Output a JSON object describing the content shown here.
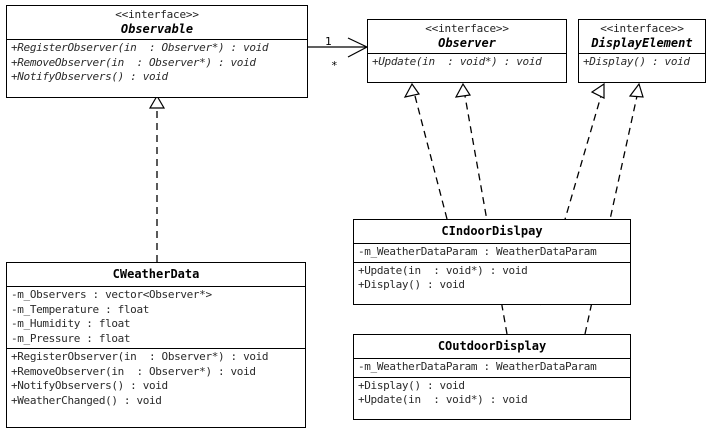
{
  "diagram": {
    "title": "Observer Pattern Weather Station UML Class Diagram",
    "type": "uml-class-diagram",
    "line_color": "#000000",
    "background": "#ffffff"
  },
  "classes": {
    "observable": {
      "stereotype": "<<interface>>",
      "name": "Observable",
      "abstract": true,
      "attributes": [],
      "operations": [
        "+RegisterObserver(in  : Observer*) : void",
        "+RemoveObserver(in  : Observer*) : void",
        "+NotifyObservers() : void"
      ]
    },
    "observer": {
      "stereotype": "<<interface>>",
      "name": "Observer",
      "abstract": true,
      "attributes": [],
      "operations": [
        "+Update(in  : void*) : void"
      ]
    },
    "display_element": {
      "stereotype": "<<interface>>",
      "name": "DisplayElement",
      "abstract": true,
      "attributes": [],
      "operations": [
        "+Display() : void"
      ]
    },
    "weather_data": {
      "stereotype": "",
      "name": "CWeatherData",
      "abstract": false,
      "attributes": [
        "-m_Observers : vector<Observer*>",
        "-m_Temperature : float",
        "-m_Humidity : float",
        "-m_Pressure : float"
      ],
      "operations": [
        "+RegisterObserver(in  : Observer*) : void",
        "+RemoveObserver(in  : Observer*) : void",
        "+NotifyObservers() : void",
        "+WeatherChanged() : void"
      ]
    },
    "indoor_display": {
      "stereotype": "",
      "name": "CIndoorDislpay",
      "abstract": false,
      "attributes": [
        "-m_WeatherDataParam : WeatherDataParam"
      ],
      "operations": [
        "+Update(in  : void*) : void",
        "+Display() : void"
      ]
    },
    "outdoor_display": {
      "stereotype": "",
      "name": "COutdoorDisplay",
      "abstract": false,
      "attributes": [
        "-m_WeatherDataParam : WeatherDataParam"
      ],
      "operations": [
        "+Display() : void",
        "+Update(in  : void*) : void"
      ]
    }
  },
  "relationships": [
    {
      "id": "observable-observer",
      "kind": "association",
      "from": "Observable",
      "to": "Observer",
      "source_multiplicity": "1",
      "target_multiplicity": "*",
      "arrow": "open-arrow",
      "line": "solid"
    },
    {
      "id": "weatherdata-observable",
      "kind": "realization",
      "from": "CWeatherData",
      "to": "Observable",
      "arrow": "hollow-triangle",
      "line": "dashed"
    },
    {
      "id": "indoor-observer",
      "kind": "realization",
      "from": "CIndoorDislpay",
      "to": "Observer",
      "arrow": "hollow-triangle",
      "line": "dashed"
    },
    {
      "id": "outdoor-observer",
      "kind": "realization",
      "from": "COutdoorDisplay",
      "to": "Observer",
      "arrow": "hollow-triangle",
      "line": "dashed"
    },
    {
      "id": "indoor-displayelement",
      "kind": "realization",
      "from": "CIndoorDislpay",
      "to": "DisplayElement",
      "arrow": "hollow-triangle",
      "line": "dashed"
    },
    {
      "id": "outdoor-displayelement",
      "kind": "realization",
      "from": "COutdoorDisplay",
      "to": "DisplayElement",
      "arrow": "hollow-triangle",
      "line": "dashed"
    }
  ],
  "multiplicity_labels": {
    "one": "1",
    "many": "*"
  }
}
